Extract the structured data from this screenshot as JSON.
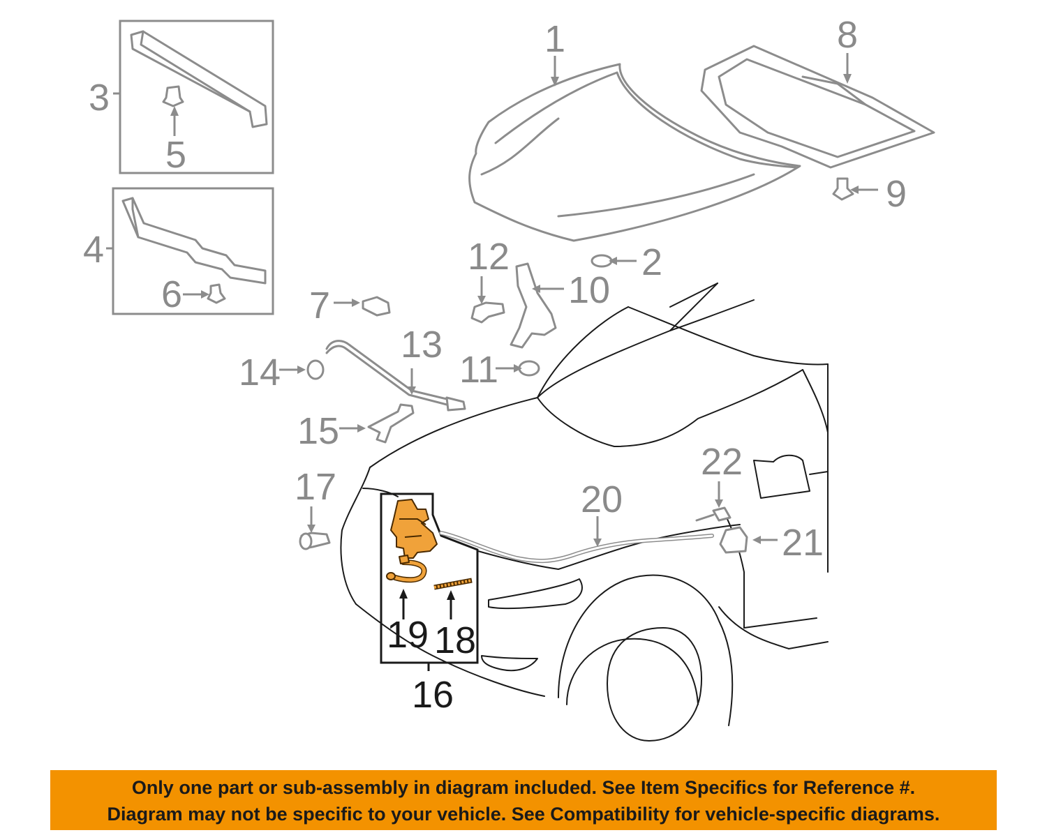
{
  "callouts": {
    "c1": "1",
    "c2": "2",
    "c3": "3",
    "c4": "4",
    "c5": "5",
    "c6": "6",
    "c7": "7",
    "c8": "8",
    "c9": "9",
    "c10": "10",
    "c11": "11",
    "c12": "12",
    "c13": "13",
    "c14": "14",
    "c15": "15",
    "c16": "16",
    "c17": "17",
    "c18": "18",
    "c19": "19",
    "c20": "20",
    "c21": "21",
    "c22": "22"
  },
  "highlight_color": "#f0a23a",
  "banner_color": "#f39200",
  "disclaimer": {
    "line1": "Only one part or sub-assembly in diagram included. See Item Specifics for Reference #.",
    "line2": "Diagram may not be specific to your vehicle. See Compatibility for vehicle-specific diagrams."
  }
}
